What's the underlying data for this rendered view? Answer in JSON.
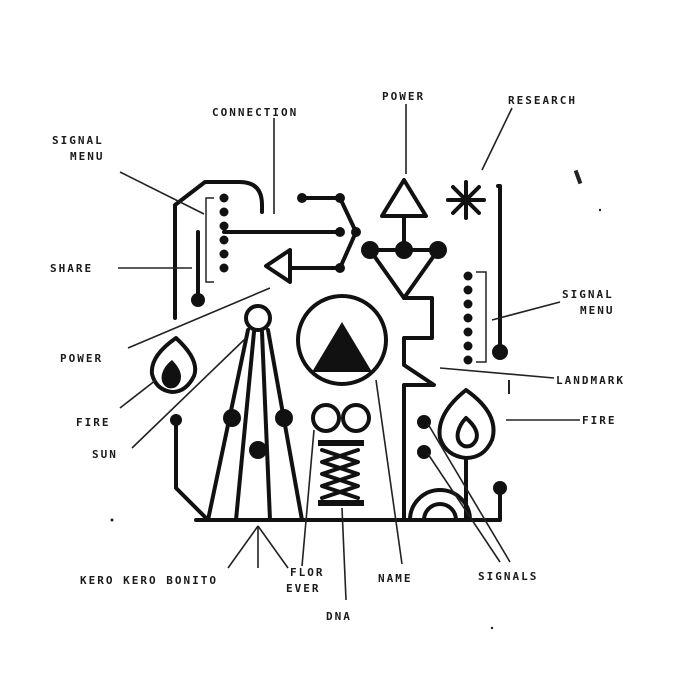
{
  "labels": {
    "connection": "CONNECTION",
    "signal_menu_top": "SIGNAL\nMENU",
    "power_top": "POWER",
    "research": "RESEARCH",
    "signal_menu_right": "SIGNAL\nMENU",
    "share": "SHARE",
    "power_left": "POWER",
    "fire_left": "FIRE",
    "sun": "SUN",
    "landmark": "LANDMARK",
    "fire_right": "FIRE",
    "kero_kero_bonito": "KERO KERO BONITO",
    "flor_ever": "FLOR\nEVER",
    "dna": "DNA",
    "name": "NAME",
    "signals": "SIGNALS"
  }
}
